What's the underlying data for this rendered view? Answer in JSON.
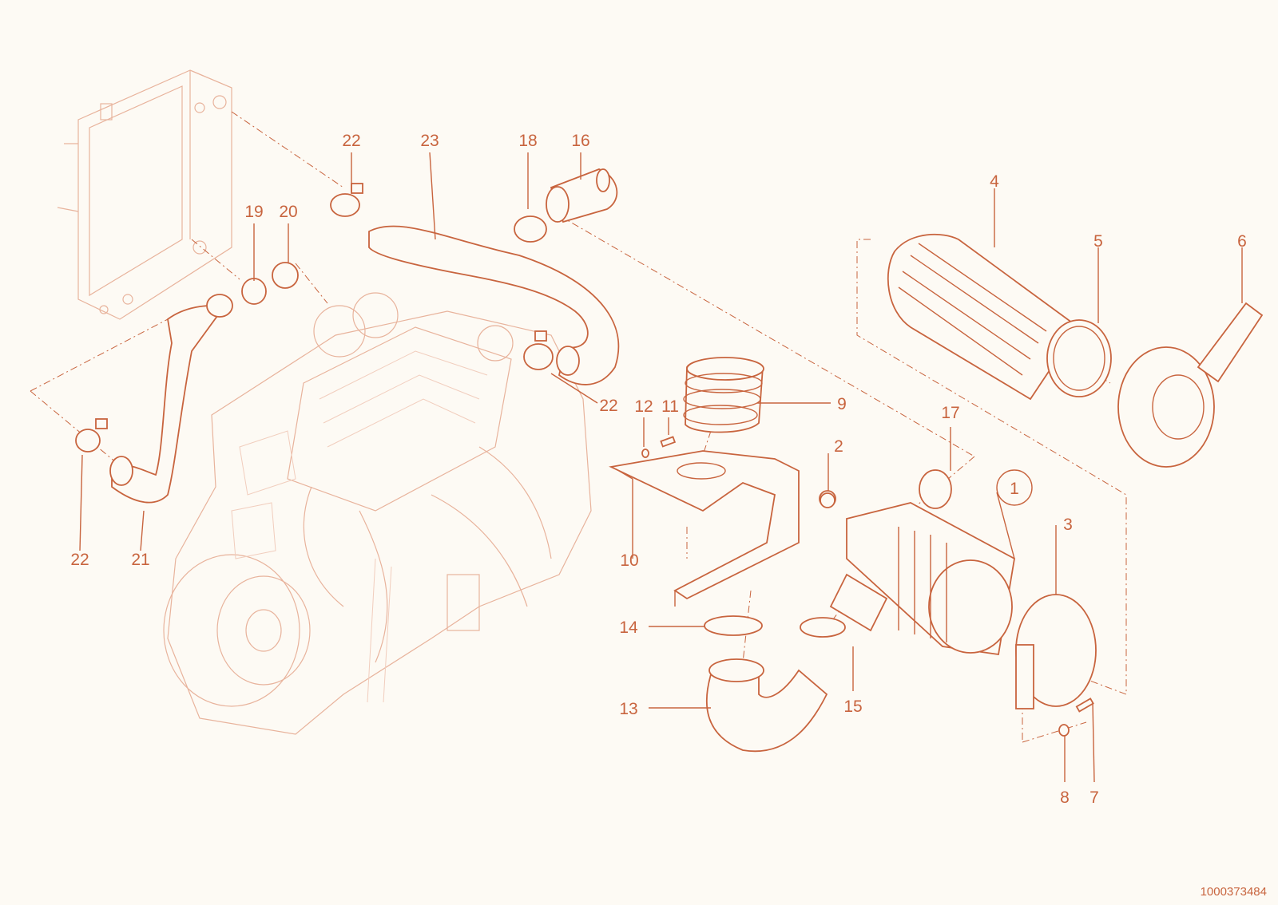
{
  "document_number": "1000373484",
  "callouts": [
    "1",
    "2",
    "3",
    "4",
    "5",
    "6",
    "7",
    "8",
    "9",
    "10",
    "11",
    "12",
    "13",
    "14",
    "15",
    "16",
    "17",
    "18",
    "19",
    "20",
    "21",
    "22",
    "22",
    "22",
    "23"
  ],
  "colors": {
    "line": "#c8643e",
    "faint": "#e8b39c",
    "background": "#fdfaf4"
  }
}
